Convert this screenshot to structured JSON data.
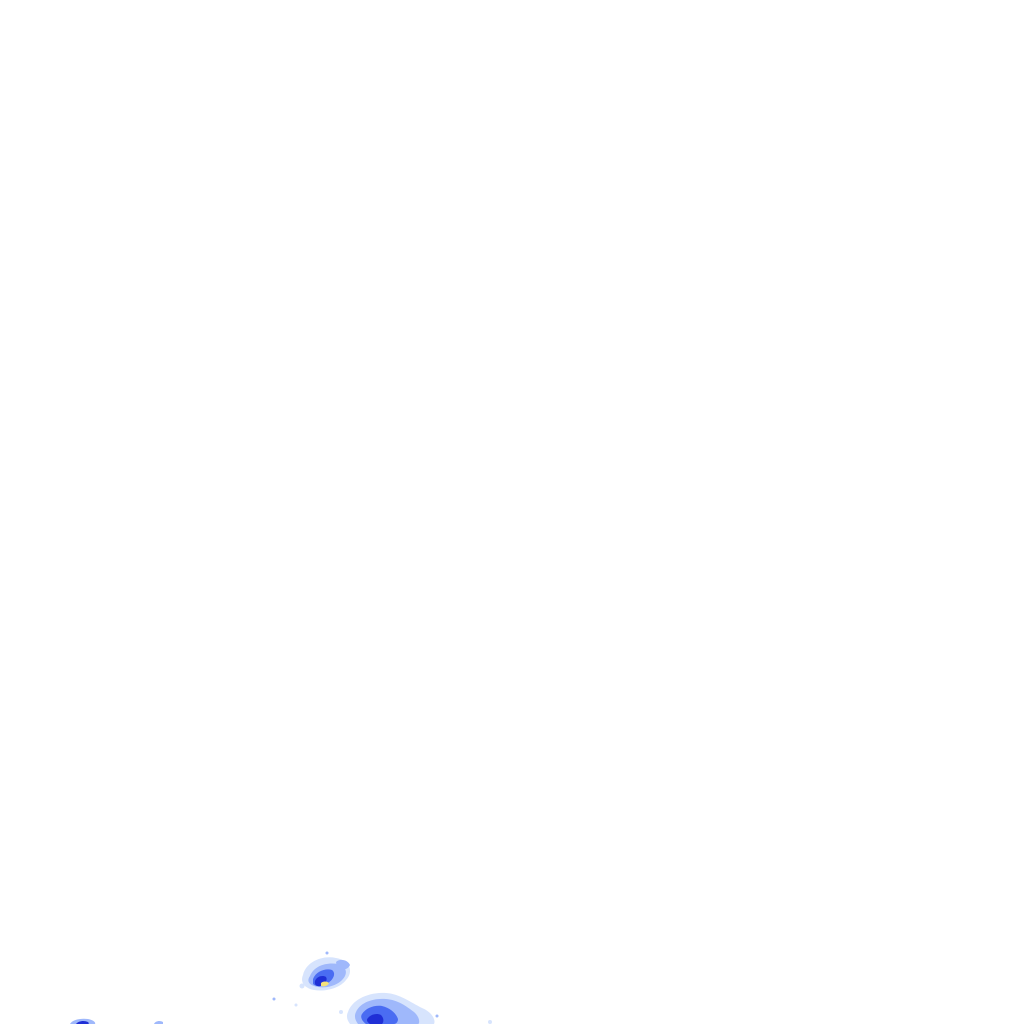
{
  "map": {
    "background_color": "#ffffff",
    "palette": {
      "deep_blue": "#1f2fd6",
      "medium_blue": "#4a6cf2",
      "light_blue": "#9fb8fb",
      "pale_blue": "#d7e4fd",
      "highlight_yellow": "#f6e27a"
    },
    "features": [
      "precipitation-cell-upper",
      "precipitation-cell-lower",
      "precipitation-fragment-left",
      "precipitation-speck-scatter"
    ]
  }
}
